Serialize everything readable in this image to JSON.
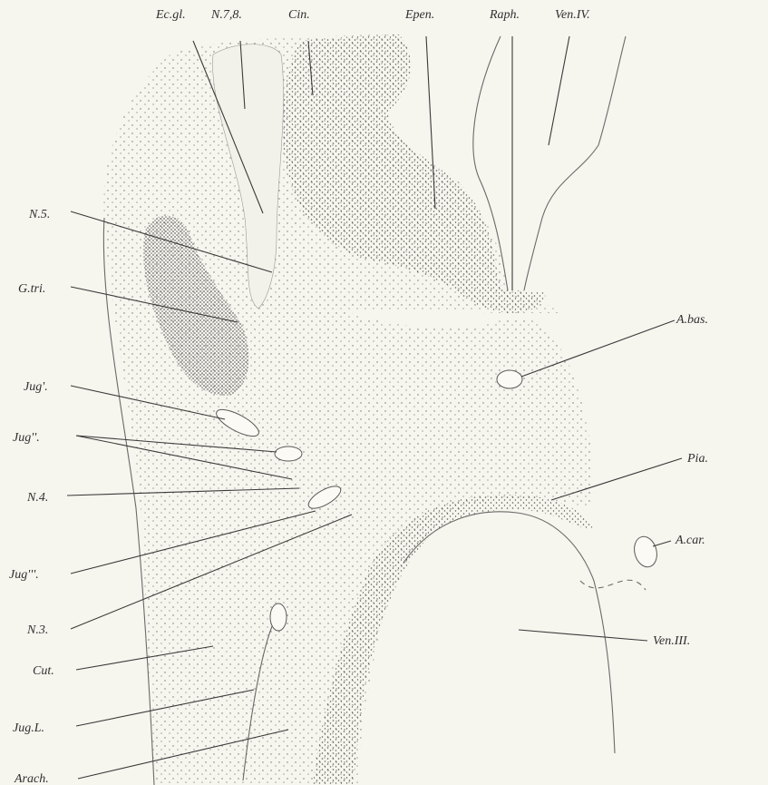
{
  "figure": {
    "labels": {
      "ec_gl": "Ec.gl.",
      "n78": "N.7,8.",
      "cin": "Cin.",
      "epen": "Epen.",
      "raph": "Raph.",
      "ven_iv": "Ven.IV.",
      "n5": "N.5.",
      "g_tri": "G.tri.",
      "a_bas": "A.bas.",
      "jug1": "Jug'.",
      "jug2": "Jug''.",
      "n4": "N.4.",
      "pia": "Pia.",
      "jug3": "Jug'''.",
      "a_car": "A.car.",
      "n3": "N.3.",
      "ven_iii": "Ven.III.",
      "cut": "Cut.",
      "jug_l": "Jug.L.",
      "arach": "Arach."
    },
    "colors": {
      "background": "#f6f5ee",
      "stipple": "#4a4a4a",
      "ink": "#2f2f2f"
    }
  }
}
